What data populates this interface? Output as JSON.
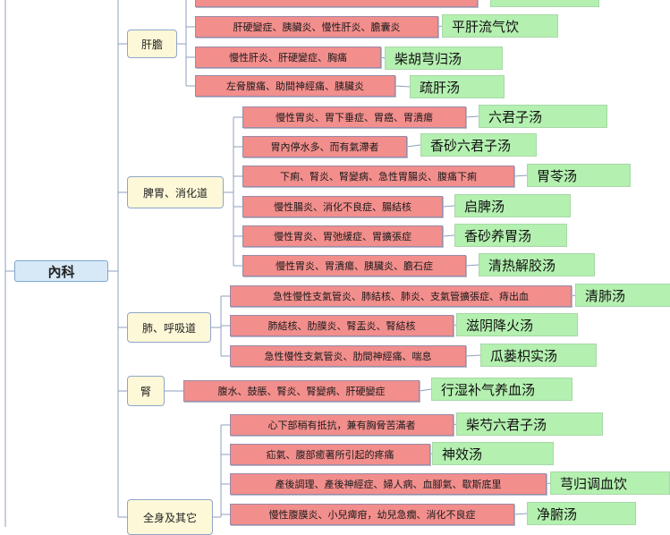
{
  "root": "內科",
  "categories": [
    {
      "label": "肝膽",
      "items": [
        {
          "symptom": "慢性肝炎、肝硬變症、胸痛",
          "remedy": "柴胡芎归汤"
        },
        {
          "symptom": "肝硬變症、胰臟炎、慢性肝炎、膽囊炎",
          "remedy": "平肝流气饮"
        },
        {
          "symptom": "左脅腹痛、助間神經痛、胰臟炎",
          "remedy": "疏肝汤"
        }
      ]
    },
    {
      "label": "脾胃、消化道",
      "items": [
        {
          "symptom": "慢性胃炎、胃下垂症、胃癌、胃潰瘍",
          "remedy": "六君子汤"
        },
        {
          "symptom": "胃內停水多、而有氣滯者",
          "remedy": "香砂六君子汤"
        },
        {
          "symptom": "下痢、腎炎、腎變病、急性胃腸炎、腹痛下痢",
          "remedy": "胃苓汤"
        },
        {
          "symptom": "慢性腸炎、消化不良症、腸結核",
          "remedy": "启脾汤"
        },
        {
          "symptom": "慢性胃炎、胃弛緩症、胃擴張症",
          "remedy": "香砂养胃汤"
        },
        {
          "symptom": "慢性胃炎、胃潰瘍、胰臟炎、膽石症",
          "remedy": "清热解胶汤"
        }
      ]
    },
    {
      "label": "肺、呼吸道",
      "items": [
        {
          "symptom": "急性慢性支氣管炎、肺結核、肺炎、支氣管擴張症、痔出血",
          "remedy": "清肺汤"
        },
        {
          "symptom": "肺結核、肋膜炎、腎盂炎、腎結核",
          "remedy": "滋阴降火汤"
        },
        {
          "symptom": "急性慢性支氣管炎、肋間神經痛、喘息",
          "remedy": "瓜蒌枳实汤"
        }
      ]
    },
    {
      "label": "腎",
      "items": [
        {
          "symptom": "腹水、鼓脹、腎炎、腎變病、肝硬變症",
          "remedy": "行湿补气养血汤"
        }
      ]
    },
    {
      "label": "全身及其它",
      "items": [
        {
          "symptom": "心下部稍有抵抗，兼有胸脅苦滿者",
          "remedy": "柴芍六君子汤"
        },
        {
          "symptom": "疝氣、腹部癒著所引起的疼痛",
          "remedy": "神效汤"
        },
        {
          "symptom": "產後調理、產後神經症、婦人病、血腳氣、歇斯底里",
          "remedy": "芎归调血饮"
        },
        {
          "symptom": "慢性腹膜炎、小兒痺疳，幼兒急癇、消化不良症",
          "remedy": "净腑汤"
        }
      ]
    }
  ]
}
